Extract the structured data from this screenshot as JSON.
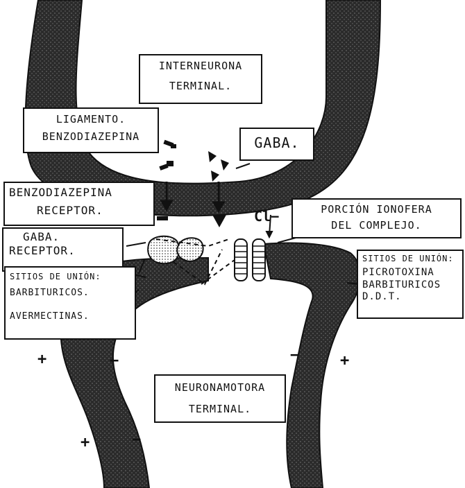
{
  "diagram": {
    "top_terminal": [
      "INTERNEURONA",
      "TERMINAL."
    ],
    "ligand": [
      "LIGAMENTO.",
      "BENZODIAZEPINA"
    ],
    "gaba": "GABA.",
    "bz_receptor": [
      "BENZODIAZEPINA",
      "RECEPTOR."
    ],
    "chloride": "Cl−",
    "ionophore": [
      "PORCIÓN IONOFERA",
      "DEL COMPLEJO."
    ],
    "gaba_receptor": [
      "GABA.",
      "RECEPTOR."
    ],
    "barbiturate_sites": [
      "SITIOS DE UNIÓN:",
      "BARBITURICOS."
    ],
    "avermectins": "AVERMECTINAS.",
    "right_sites": [
      "SITIOS DE UNIÓN:",
      "PICROTOXINA",
      "BARBITURICOS",
      "D.D.T."
    ],
    "bottom_terminal": [
      "NEURONAMOTORA",
      "TERMINAL."
    ],
    "signs": {
      "plus": "+",
      "minus": "−"
    }
  },
  "colors": {
    "ink": "#111111",
    "membrane": "#2b2b2b",
    "paper": "#ffffff"
  }
}
